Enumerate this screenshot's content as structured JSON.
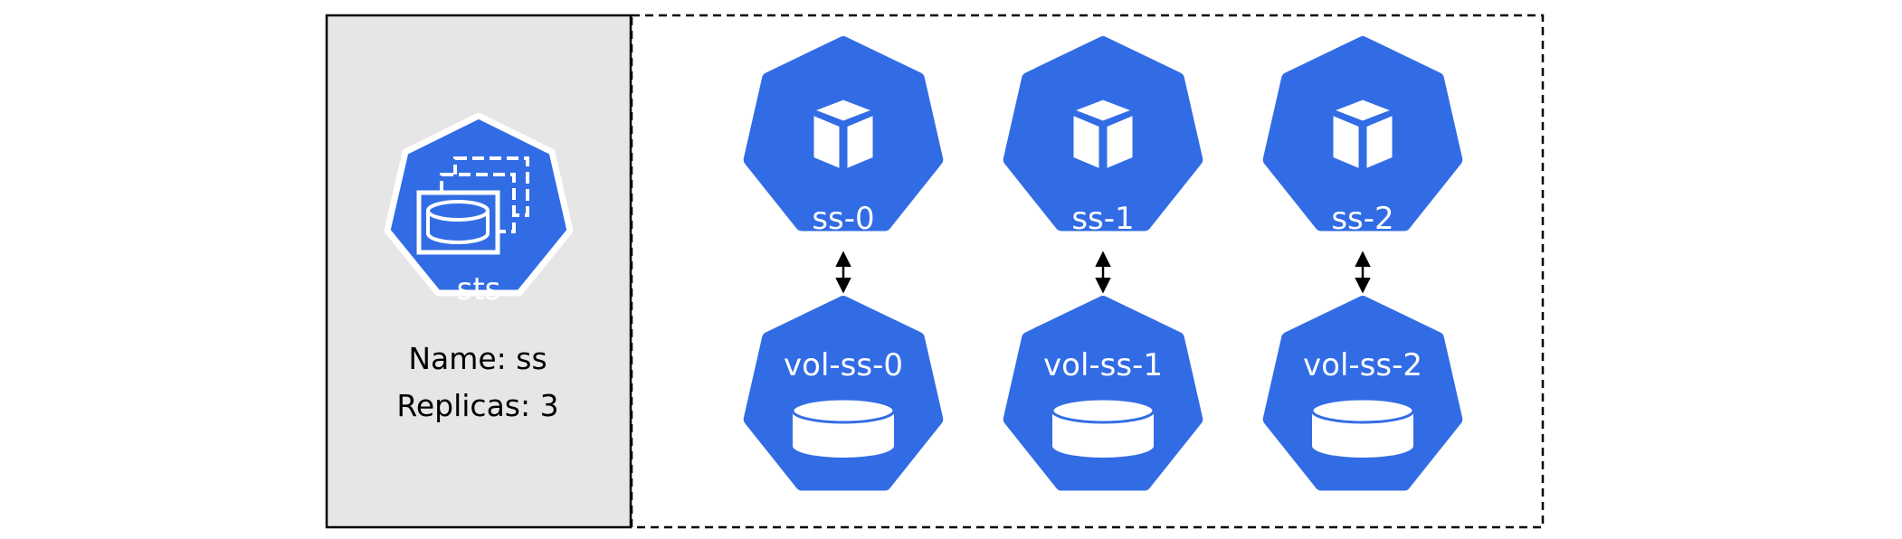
{
  "statefulset": {
    "icon_label": "sts",
    "name_line": "Name: ss",
    "replicas_line": "Replicas: 3"
  },
  "pods": [
    {
      "label": "ss-0",
      "volume_label": "vol-ss-0"
    },
    {
      "label": "ss-1",
      "volume_label": "vol-ss-1"
    },
    {
      "label": "ss-2",
      "volume_label": "vol-ss-2"
    }
  ],
  "colors": {
    "k8s_blue": "#326CE5",
    "panel_gray": "#E6E6E6",
    "line": "#000000",
    "icon_fill": "#FFFFFF"
  },
  "icons": {
    "statefulset": "statefulset-icon",
    "pod": "pod-cube-icon",
    "volume": "volume-cylinder-icon",
    "link": "bidirectional-arrow-icon"
  }
}
